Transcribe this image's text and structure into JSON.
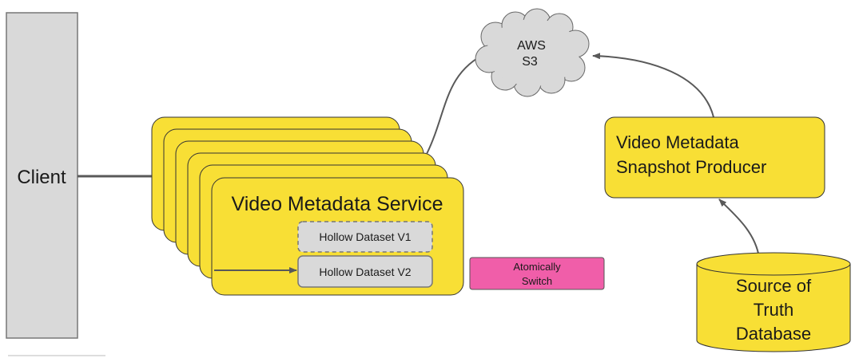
{
  "client": {
    "label": "Client"
  },
  "cloud": {
    "line1": "AWS",
    "line2": "S3"
  },
  "service": {
    "title": "Video Metadata Service"
  },
  "datasets": {
    "v1": "Hollow Dataset V1",
    "v2": "Hollow Dataset V2"
  },
  "switch_badge": {
    "line1": "Atomically",
    "line2": "Switch"
  },
  "producer": {
    "line1": "Video Metadata",
    "line2": "Snapshot Producer"
  },
  "database": {
    "line1": "Source of",
    "line2": "Truth",
    "line3": "Database"
  },
  "colors": {
    "yellow": "#f8df35",
    "client_gray": "#d9d9d9",
    "dataset_gray": "#d9d9d9",
    "pink": "#f05ea9",
    "cloud_gray": "#d9d9d9",
    "connector": "#595959"
  }
}
